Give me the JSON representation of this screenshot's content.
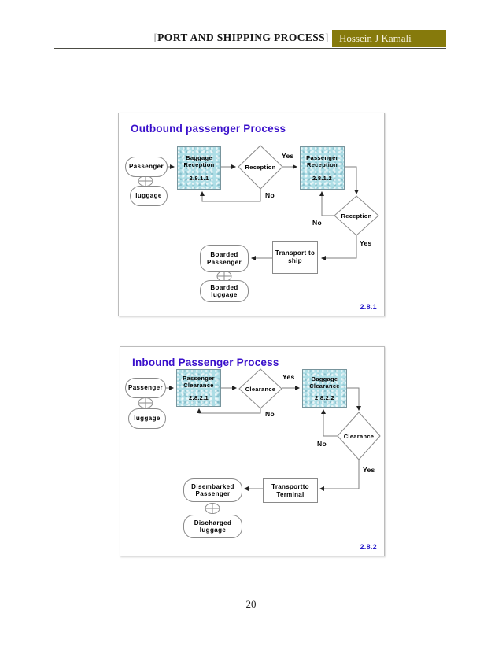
{
  "header": {
    "bracket_left": "[",
    "title": "PORT AND SHIPPING PROCESS",
    "bracket_right": "]",
    "author": "Hossein J Kamali",
    "author_bg_color": "#867a0c"
  },
  "page": {
    "number": "20"
  },
  "colors": {
    "chart_title": "#3a10cb",
    "ref_label": "#2a1ecb",
    "process_fill": "#aedee6",
    "connector": "#7f7f7f"
  },
  "charts": [
    {
      "title": "Outbound passenger Process",
      "ref": "2.8.1",
      "start_entity": "Passenger",
      "start_item": "luggage",
      "process1_line1": "Baggage",
      "process1_line2": "Reception",
      "process1_ref": "2.8.1.1",
      "decision1": "Reception",
      "decision1_yes": "Yes",
      "decision1_no": "No",
      "process2_line1": "Passenger",
      "process2_line2": "Reception",
      "process2_ref": "2.8.1.2",
      "decision2": "Reception",
      "decision2_yes": "Yes",
      "decision2_no": "No",
      "transport_line1": "Transport to",
      "transport_line2": "ship",
      "end_entity_line1": "Boarded",
      "end_entity_line2": "Passenger",
      "end_item_line1": "Boarded",
      "end_item_line2": "luggage"
    },
    {
      "title": "Inbound Passenger Process",
      "ref": "2.8.2",
      "start_entity": "Passenger",
      "start_item": "luggage",
      "process1_line1": "Passenger",
      "process1_line2": "Clearance",
      "process1_ref": "2.8.2.1",
      "decision1": "Clearance",
      "decision1_yes": "Yes",
      "decision1_no": "No",
      "process2_line1": "Baggage",
      "process2_line2": "Clearance",
      "process2_ref": "2.8.2.2",
      "decision2": "Clearance",
      "decision2_yes": "Yes",
      "decision2_no": "No",
      "transport_line1": "Transportto",
      "transport_line2": "Terminal",
      "end_entity_line1": "Disembarked",
      "end_entity_line2": "Passenger",
      "end_item_line1": "Discharged",
      "end_item_line2": "luggage"
    }
  ]
}
